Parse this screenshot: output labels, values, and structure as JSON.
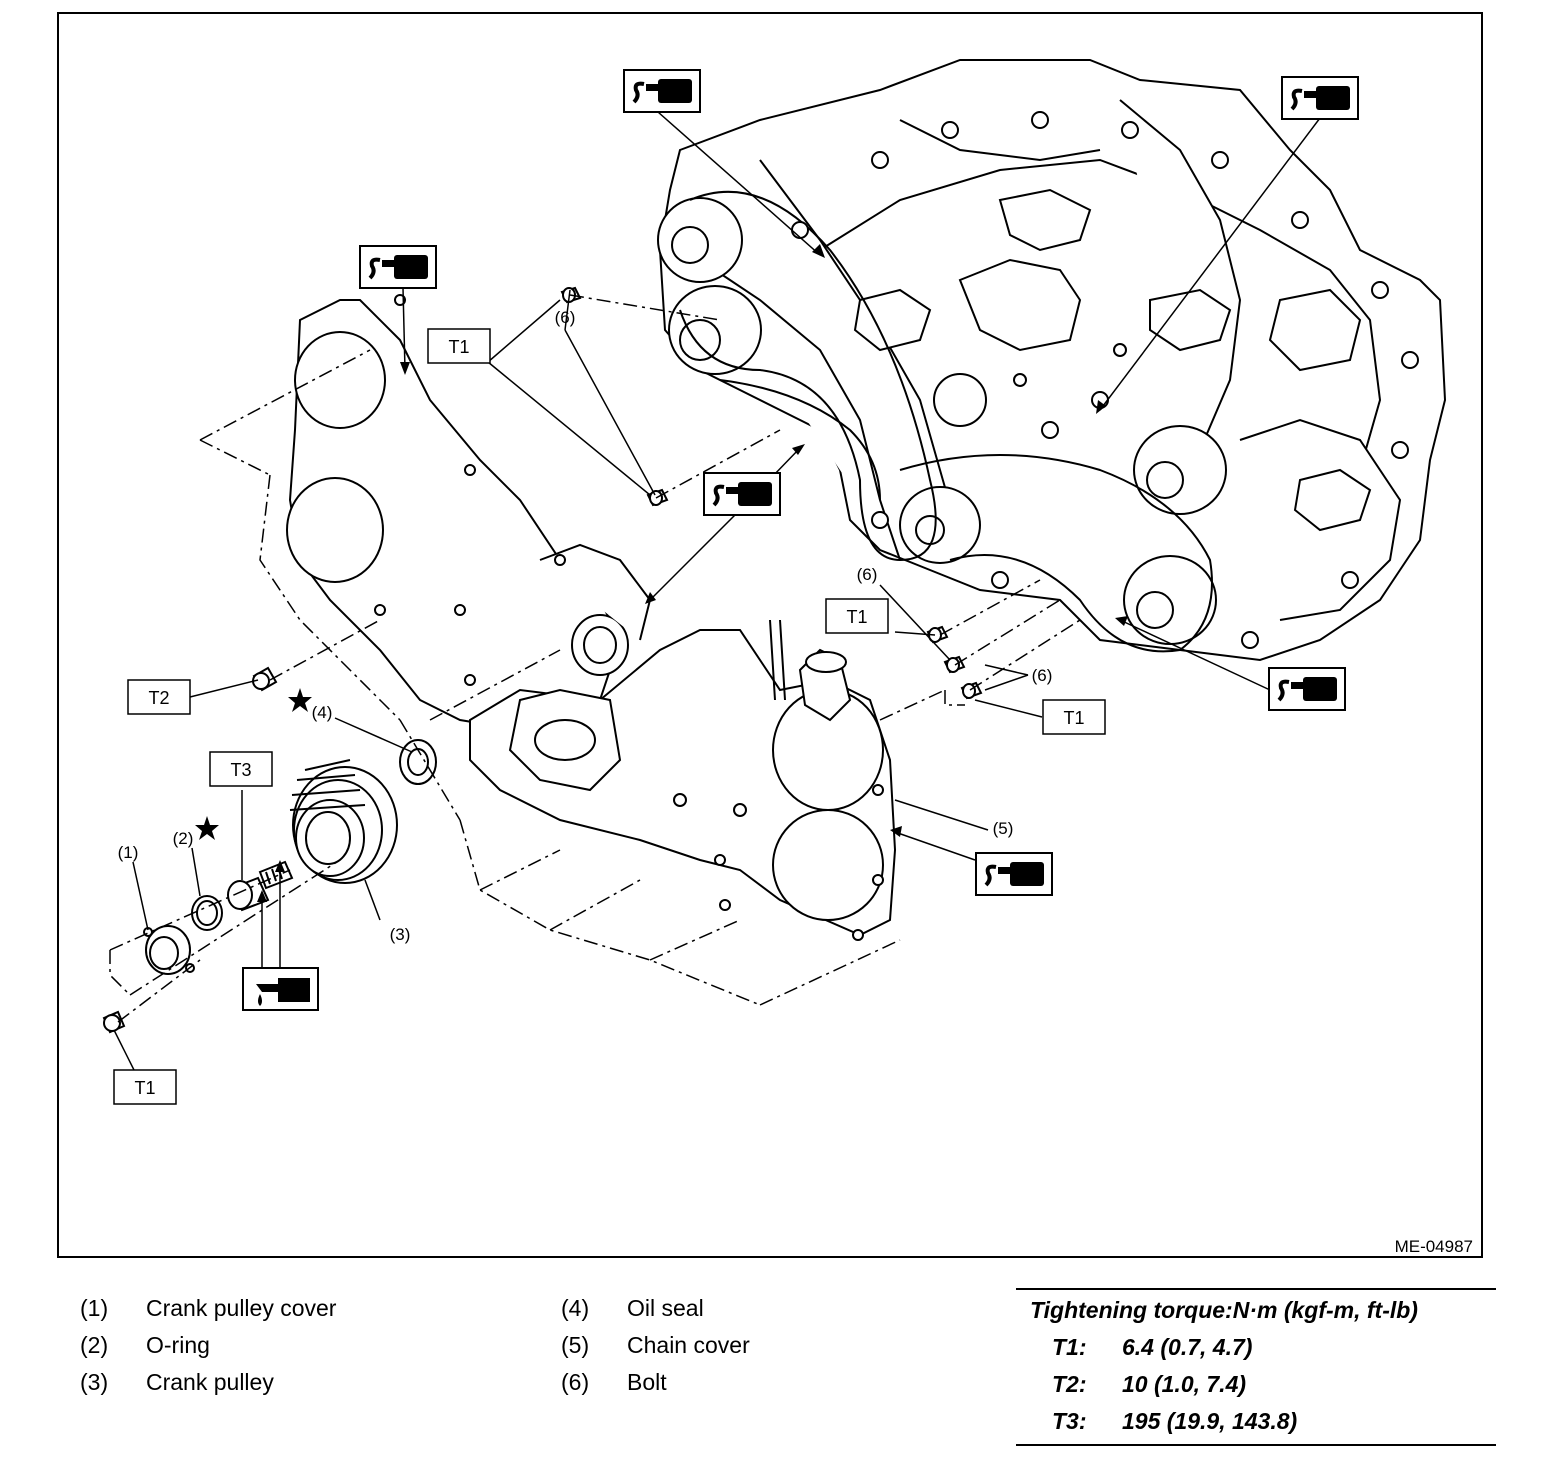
{
  "figure": {
    "code": "ME-04987",
    "callouts": {
      "c1": "(1)",
      "c2": "(2)",
      "c3": "(3)",
      "c4": "(4)",
      "c5": "(5)",
      "c6a": "(6)",
      "c6b": "(6)",
      "c6c": "(6)"
    },
    "torque_boxes": {
      "t1_top": "T1",
      "t1_mid": "T1",
      "t1_right": "T1",
      "t1_bottom": "T1",
      "t2": "T2",
      "t3": "T3"
    },
    "symbols": [
      "sealant-icon",
      "sealant-icon",
      "sealant-icon",
      "sealant-icon",
      "sealant-icon",
      "sealant-icon",
      "oil-apply-icon",
      "star-icon",
      "star-icon"
    ]
  },
  "legend": [
    {
      "num": "(1)",
      "label": "Crank pulley cover"
    },
    {
      "num": "(2)",
      "label": "O-ring"
    },
    {
      "num": "(3)",
      "label": "Crank pulley"
    },
    {
      "num": "(4)",
      "label": "Oil seal"
    },
    {
      "num": "(5)",
      "label": "Chain cover"
    },
    {
      "num": "(6)",
      "label": "Bolt"
    }
  ],
  "torque": {
    "title": "Tightening torque:N·m (kgf-m, ft-lb)",
    "rows": [
      {
        "code": "T1:",
        "value": "6.4 (0.7, 4.7)"
      },
      {
        "code": "T2:",
        "value": "10 (1.0, 7.4)"
      },
      {
        "code": "T3:",
        "value": "195 (19.9, 143.8)"
      }
    ]
  }
}
